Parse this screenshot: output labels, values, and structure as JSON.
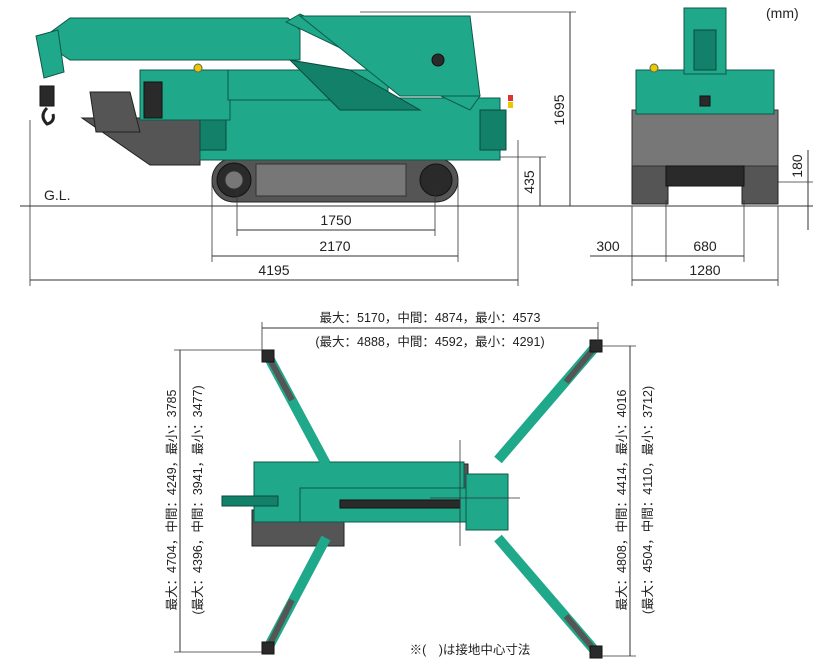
{
  "units_label": "(mm)",
  "ground_label": "G.L.",
  "side_view": {
    "height_total": "1695",
    "track_height": "435",
    "track_inner": "1750",
    "track_outer": "2170",
    "overall_length": "4195"
  },
  "front_view": {
    "ground_clearance": "180",
    "offset": "300",
    "inner_width": "680",
    "overall_width": "1280"
  },
  "top_view": {
    "width_top": "最大：5170，中間：4874，最小：4573",
    "width_top_paren": "(最大：4888，中間：4592，最小：4291)",
    "left_a": "最大：4704，中間：4249，最小：3785",
    "left_b": "(最大：4396，中間：3941，最小：3477)",
    "right_a": "最大：4808，中間：4414，最小：4016",
    "right_b": "(最大：4504，中間：4110，最小：3712)",
    "note": "※(　)は接地中心寸法"
  },
  "colors": {
    "body": "#1fa88a",
    "track": "#555555"
  }
}
